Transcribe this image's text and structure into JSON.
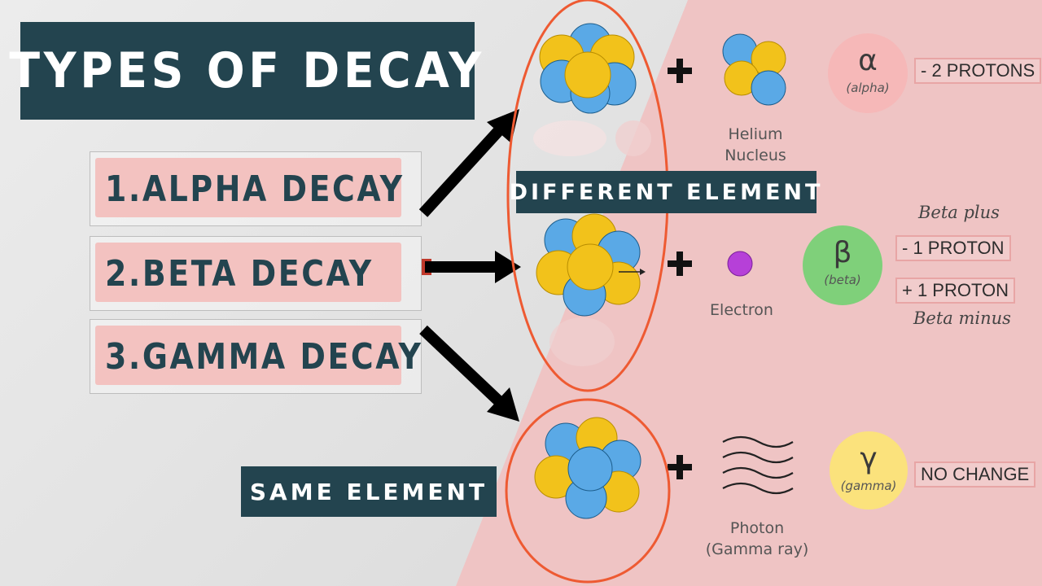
{
  "title": "TYPES OF DECAY",
  "decay_types": [
    {
      "label": "1.ALPHA DECAY"
    },
    {
      "label": "2.BETA DECAY"
    },
    {
      "label": "3.GAMMA DECAY"
    }
  ],
  "labels": {
    "different_element": "DIFFERENT ELEMENT",
    "same_element": "SAME ELEMENT"
  },
  "alpha": {
    "product_line1": "Helium",
    "product_line2": "Nucleus",
    "symbol": "α",
    "name": "(alpha)",
    "change": "- 2 PROTONS"
  },
  "beta": {
    "product": "Electron",
    "symbol": "β",
    "name": "(beta)",
    "note_plus": "Beta plus",
    "change_plus": "- 1 PROTON",
    "change_minus": "+ 1 PROTON",
    "note_minus": "Beta minus"
  },
  "gamma": {
    "product_line1": "Photon",
    "product_line2": "(Gamma ray)",
    "symbol": "γ",
    "name": "(gamma)",
    "change": "NO CHANGE"
  },
  "colors": {
    "dark_teal": "#23444f",
    "pink_bg": "#efc4c4",
    "proton": "#f2c21b",
    "neutron": "#5aa9e6",
    "highlight_ring": "#ee5a32",
    "alpha_badge": "#f6b8b8",
    "beta_badge": "#7fd07a",
    "gamma_badge": "#fbe27c",
    "electron": "#b640d8"
  }
}
